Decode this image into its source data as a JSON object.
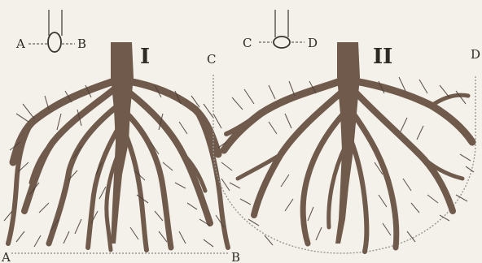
{
  "labels": {
    "point_a": "A",
    "point_b": "B",
    "point_c": "C",
    "point_d": "D",
    "panel_left": "I",
    "panel_right": "II"
  },
  "colors": {
    "root": "#6f5a4c",
    "root_fine": "#4a3e36",
    "outline": "#9a9590",
    "paper": "#f4f1ea",
    "ink": "#2e2a25"
  }
}
